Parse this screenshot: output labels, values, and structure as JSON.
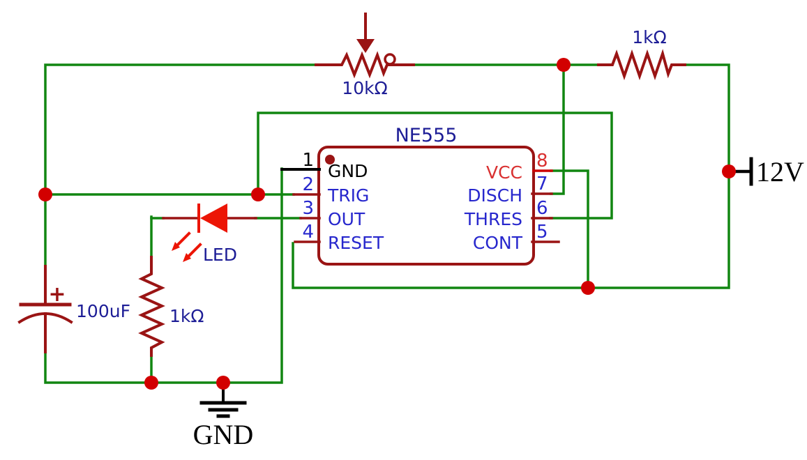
{
  "colors": {
    "bg": "#ffffff",
    "wire": "#118611",
    "component": "#9a1414",
    "junction": "#d20000",
    "led": "#ec1505",
    "stub-red": "#cc0000",
    "power-red": "#d93030",
    "pin-blue": "#2727cd",
    "value-blue": "#1d1d96",
    "black": "#000000"
  },
  "ic": {
    "title": "NE555",
    "pins_left": [
      {
        "num": "1",
        "label": "GND"
      },
      {
        "num": "2",
        "label": "TRIG"
      },
      {
        "num": "3",
        "label": "OUT"
      },
      {
        "num": "4",
        "label": "RESET"
      }
    ],
    "pins_right": [
      {
        "num": "8",
        "label": "VCC"
      },
      {
        "num": "7",
        "label": "DISCH"
      },
      {
        "num": "6",
        "label": "THRES"
      },
      {
        "num": "5",
        "label": "CONT"
      }
    ]
  },
  "components": {
    "potentiometer": {
      "value": "10kΩ"
    },
    "resistor_supply": {
      "value": "1kΩ"
    },
    "resistor_led": {
      "value": "1kΩ"
    },
    "capacitor": {
      "value": "100uF",
      "polarity": "+"
    },
    "led": {
      "label": "LED"
    },
    "power": {
      "label": "12V"
    },
    "ground": {
      "label": "GND"
    }
  }
}
